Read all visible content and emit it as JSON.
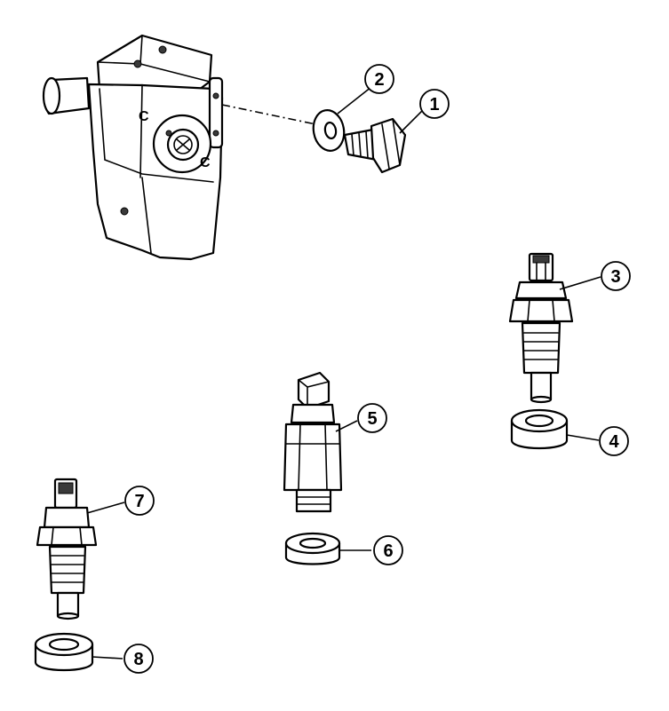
{
  "callouts": [
    {
      "id": "1",
      "label": "1"
    },
    {
      "id": "2",
      "label": "2"
    },
    {
      "id": "3",
      "label": "3"
    },
    {
      "id": "4",
      "label": "4"
    },
    {
      "id": "5",
      "label": "5"
    },
    {
      "id": "6",
      "label": "6"
    },
    {
      "id": "7",
      "label": "7"
    },
    {
      "id": "8",
      "label": "8"
    }
  ],
  "housing_marks": [
    "C",
    "C"
  ]
}
